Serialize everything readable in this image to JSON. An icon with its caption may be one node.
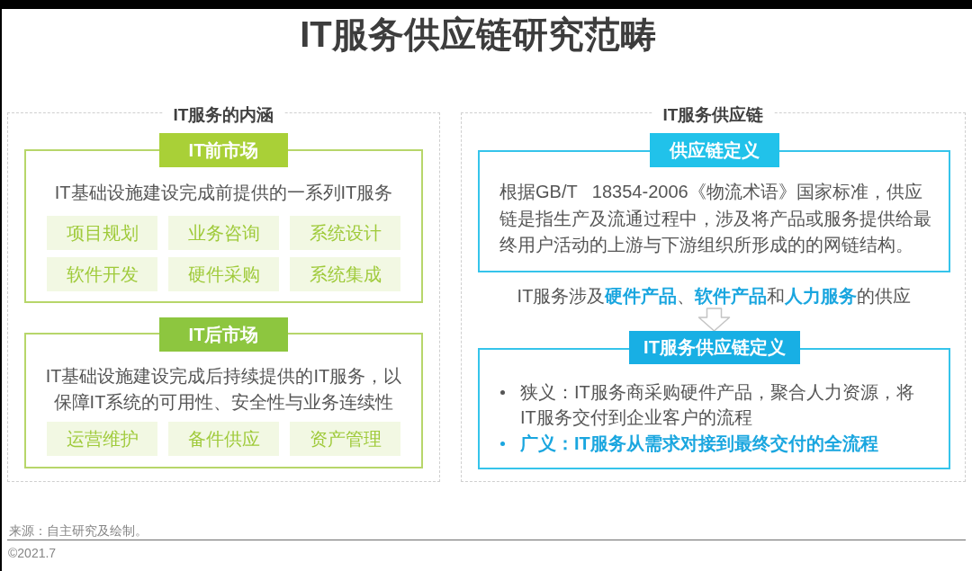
{
  "diagram": {
    "title": "IT服务供应链研究范畴",
    "nodes": [
      {
        "text": [
          "IT服务的内涵"
        ]
      },
      {
        "text": [
          "IT前市场",
          "IT基础设施建设完成前提供的一系列IT服务"
        ],
        "in": 0
      },
      {
        "text": [
          "项目规划"
        ],
        "in": 1
      },
      {
        "text": [
          "业务咨询"
        ],
        "in": 1
      },
      {
        "text": [
          "系统设计"
        ],
        "in": 1
      },
      {
        "text": [
          "软件开发"
        ],
        "in": 1
      },
      {
        "text": [
          "硬件采购"
        ],
        "in": 1
      },
      {
        "text": [
          "系统集成"
        ],
        "in": 1
      },
      {
        "text": [
          "IT后市场",
          "IT基础设施建设完成后持续提供的IT服务，以保障IT系统的可用性、安全性与业务连续性"
        ],
        "in": 0
      },
      {
        "text": [
          "运营维护"
        ],
        "in": 8
      },
      {
        "text": [
          "备件供应"
        ],
        "in": 8
      },
      {
        "text": [
          "资产管理"
        ],
        "in": 8
      },
      {
        "text": [
          "IT服务供应链"
        ]
      },
      {
        "text": [
          "供应链定义",
          "根据GB/T 18354-2006《物流术语》国家标准，供应链是指生产及流通过程中，涉及将产品或服务提供给最终用户活动的上游与下游组织所形成的的网链结构。"
        ],
        "in": 12
      },
      {
        "text": [
          "IT服务涉及**硬件产品**、**软件产品**和**人力服务**的供应"
        ],
        "in": 12
      },
      {
        "text": [
          "IT服务供应链定义",
          "狭义：IT服务商采购硬件产品，聚合人力资源，将IT服务交付到企业客户的流程",
          "广义：IT服务从需求对接到最终交付的全流程"
        ],
        "in": 12
      }
    ],
    "edges": [
      {
        "from": 14,
        "to": 15,
        "arrow": "to"
      }
    ],
    "labels": [
      "来源：自主研究及绘制。",
      "©2021.7"
    ]
  }
}
